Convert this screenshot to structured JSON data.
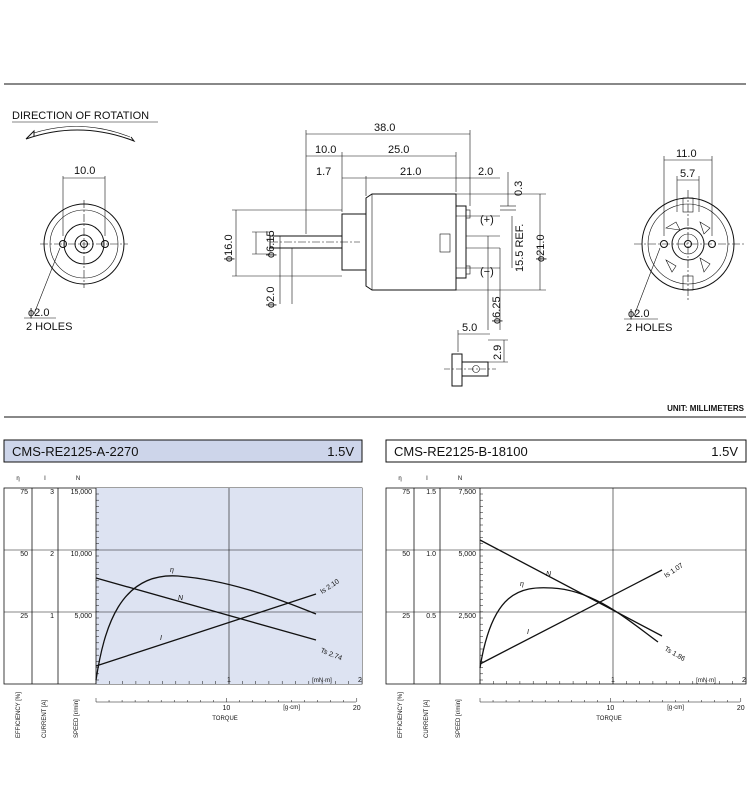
{
  "drawing": {
    "direction_label": "DIRECTION OF ROTATION",
    "unit_label": "UNIT: MILLIMETERS",
    "left_view": {
      "dim_width": "10.0",
      "hole_dia": "ϕ2.0",
      "hole_count": "2 HOLES"
    },
    "side_view": {
      "overall": "38.0",
      "shaft_len": "10.0",
      "body_len": "25.0",
      "boss_len": "1.7",
      "can_len": "21.0",
      "terminal_len": "2.0",
      "terminal_thk": "0.3",
      "body_dia": "ϕ16.0",
      "boss_dia": "ϕ6.15",
      "shaft_dia": "ϕ2.0",
      "ref_dim": "15.5 REF.",
      "outer_dia": "ϕ21.0",
      "bearing_dia": "ϕ6.25",
      "plus": "(+)",
      "minus": "(−)"
    },
    "terminal_detail": {
      "width": "5.0",
      "height": "2.9"
    },
    "right_view": {
      "dim_outer": "11.0",
      "dim_inner": "5.7",
      "hole_dia": "ϕ2.0",
      "hole_count": "2 HOLES"
    }
  },
  "charts": [
    {
      "model": "CMS-RE2125-A-2270",
      "voltage": "1.5V",
      "axis_eta": "η",
      "axis_i": "I",
      "axis_n": "N",
      "eta_ticks": [
        "75",
        "50",
        "25"
      ],
      "i_ticks": [
        "3",
        "2",
        "1"
      ],
      "n_ticks": [
        "15,000",
        "10,000",
        "5,000"
      ],
      "x_ticks_mnm": [
        "1",
        "2"
      ],
      "x_unit_mnm": "[mN·m]",
      "x_ticks_gcm": [
        "10",
        "20"
      ],
      "x_unit_gcm": "[g·cm]",
      "x_label": "TORQUE",
      "y_label_eta": "EFFICIENCY [%]",
      "y_label_i": "CURRENT [A]",
      "y_label_n": "SPEED [r/min]",
      "ann_eta": "η",
      "ann_n": "N",
      "ann_i": "I",
      "ann_is": "Is 2.10",
      "ann_ts": "Ts 2.74",
      "shaded": true
    },
    {
      "model": "CMS-RE2125-B-18100",
      "voltage": "1.5V",
      "axis_eta": "η",
      "axis_i": "I",
      "axis_n": "N",
      "eta_ticks": [
        "75",
        "50",
        "25"
      ],
      "i_ticks": [
        "1.5",
        "1.0",
        "0.5"
      ],
      "n_ticks": [
        "7,500",
        "5,000",
        "2,500"
      ],
      "x_ticks_mnm": [
        "1",
        "2"
      ],
      "x_unit_mnm": "[mN·m]",
      "x_ticks_gcm": [
        "10",
        "20"
      ],
      "x_unit_gcm": "[g·cm]",
      "x_label": "TORQUE",
      "y_label_eta": "EFFICIENCY [%]",
      "y_label_i": "CURRENT [A]",
      "y_label_n": "SPEED [r/min]",
      "ann_eta": "η",
      "ann_n": "N",
      "ann_i": "I",
      "ann_is": "Is 1.07",
      "ann_ts": "Ts 1.86",
      "shaded": false
    }
  ],
  "colors": {
    "header_fill_a": "#cdd5ea",
    "plot_fill_a": "#dde3f2",
    "line": "#111111"
  }
}
